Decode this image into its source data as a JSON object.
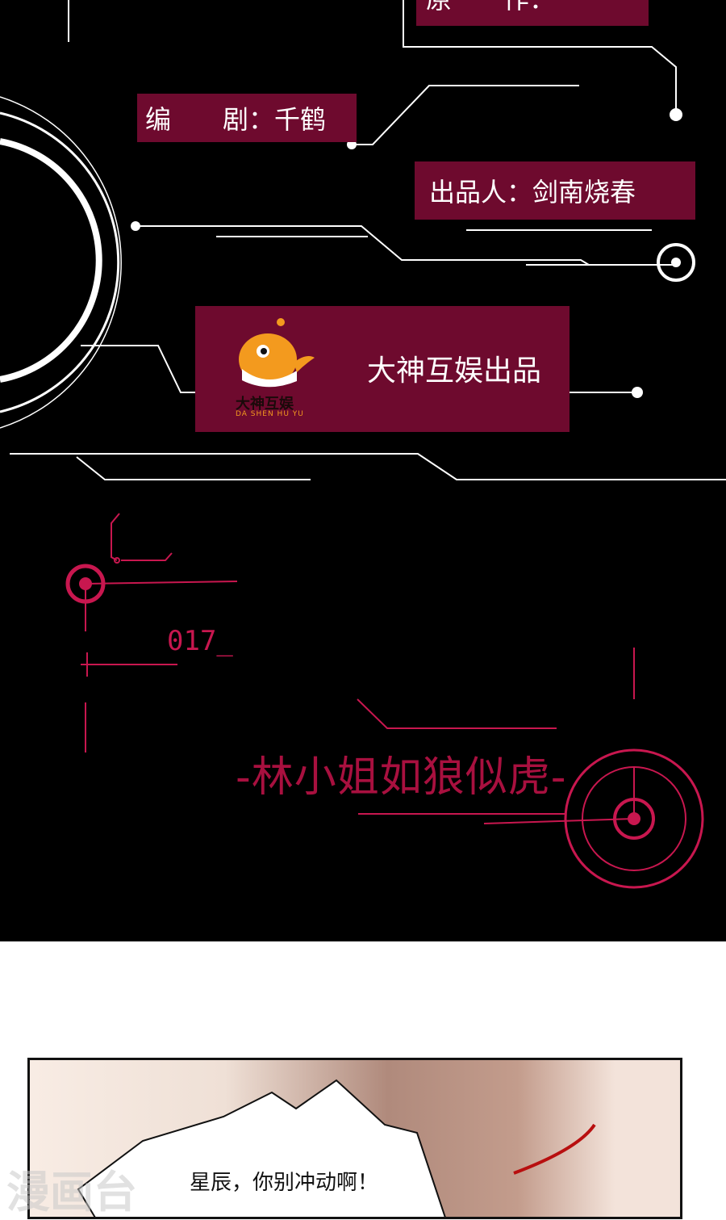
{
  "credits": {
    "original_author_label": "原　　作：",
    "screenwriter": "编　　剧：千鹤",
    "producer": "出品人：剑南烧春"
  },
  "studio": {
    "logo_cn": "大神互娱",
    "logo_en": "DA SHEN HU YU",
    "presents": "大神互娱出品"
  },
  "chapter": {
    "number": "017_",
    "title": "-林小姐如狼似虎-"
  },
  "panel": {
    "dialogue": "星辰，你别冲动啊！"
  },
  "watermark": "漫画台",
  "colors": {
    "credit_bg": "#6e0a2e",
    "accent_red": "#c8174f"
  }
}
